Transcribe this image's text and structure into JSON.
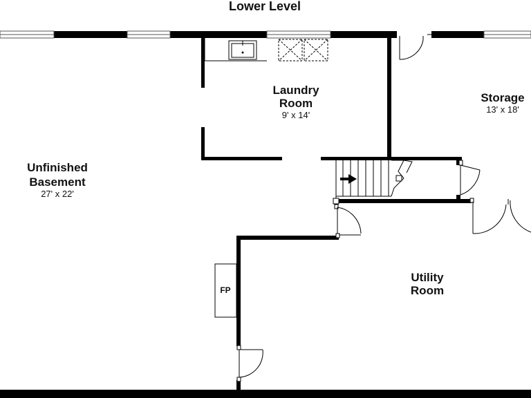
{
  "title": "Lower Level",
  "rooms": {
    "laundry": {
      "name_line1": "Laundry",
      "name_line2": "Room",
      "size": "9' x 14'"
    },
    "storage": {
      "name": "Storage",
      "size": "13' x 18'"
    },
    "unfinished": {
      "name_line1": "Unfinished",
      "name_line2": "Basement",
      "size": "27' x 22'"
    },
    "utility": {
      "name_line1": "Utility",
      "name_line2": "Room"
    }
  },
  "fireplace": {
    "label": "FP"
  },
  "colors": {
    "wall": "#000000",
    "background": "#ffffff",
    "text": "#111111"
  }
}
